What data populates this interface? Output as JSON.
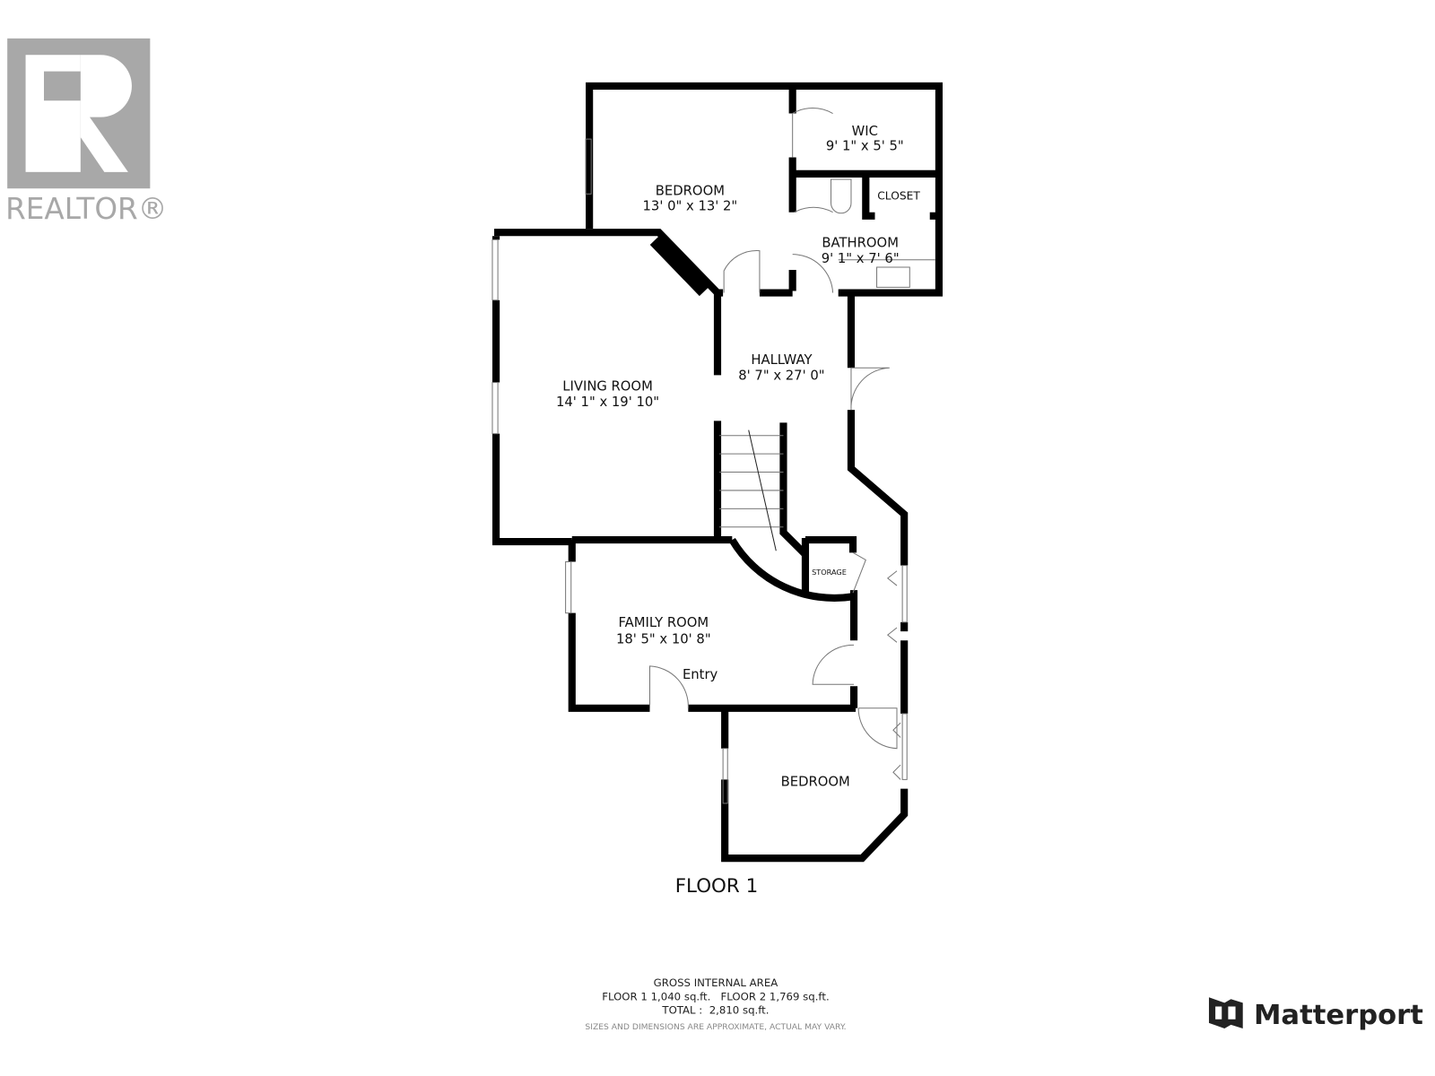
{
  "logos": {
    "realtor": "REALTOR®",
    "matterport": "Matterport"
  },
  "rooms": [
    {
      "name": "BEDROOM",
      "dims": "13' 0\" x 13' 2\""
    },
    {
      "name": "WIC",
      "dims": "9' 1\" x 5' 5\""
    },
    {
      "name": "CLOSET"
    },
    {
      "name": "BATHROOM",
      "dims": "9' 1\" x 7' 6\""
    },
    {
      "name": "HALLWAY",
      "dims": "8' 7\" x 27' 0\""
    },
    {
      "name": "LIVING ROOM",
      "dims": "14' 1\" x 19' 10\""
    },
    {
      "name": "STORAGE"
    },
    {
      "name": "FAMILY ROOM",
      "dims": "18' 5\" x 10' 8\""
    },
    {
      "name": "BEDROOM"
    }
  ],
  "entry_label": "Entry",
  "floor_title": "FLOOR 1",
  "gross_area": {
    "heading": "GROSS INTERNAL AREA",
    "floors_line": "FLOOR 1 1,040 sq.ft.   FLOOR 2 1,769 sq.ft.",
    "total_line": "TOTAL :  2,810 sq.ft.",
    "disclaimer": "SIZES AND DIMENSIONS ARE APPROXIMATE, ACTUAL MAY VARY."
  }
}
